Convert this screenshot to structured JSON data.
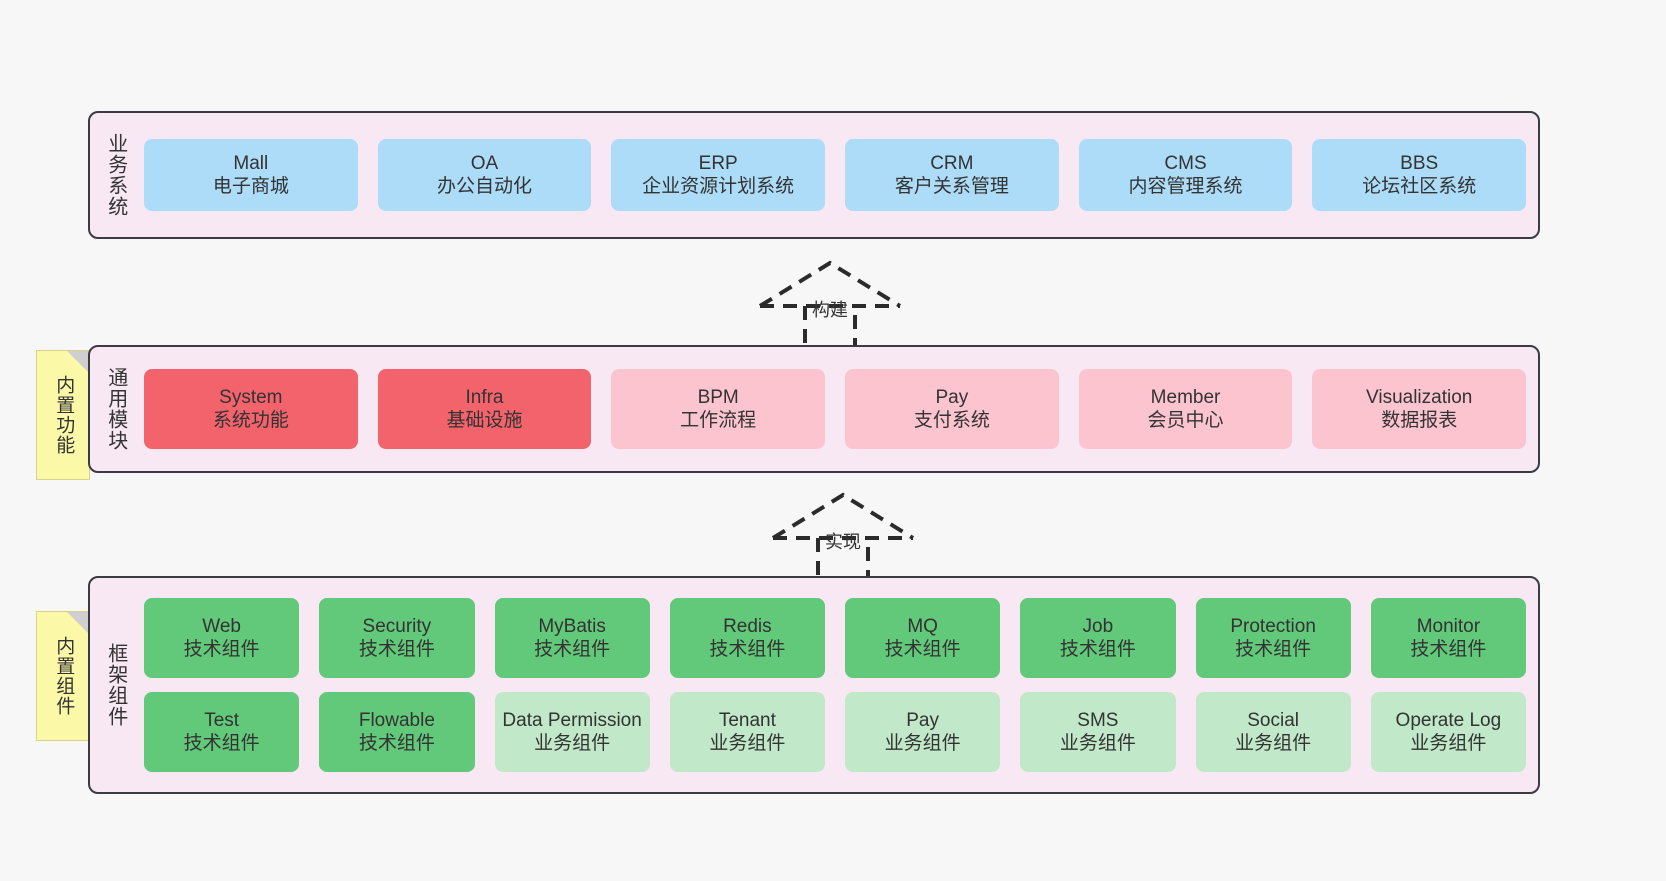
{
  "diagram": {
    "background_color": "#f7f7f7",
    "layer_fill": "#f8e8f3",
    "layer_border": "#3b3b42"
  },
  "notes": [
    {
      "name": "builtin-function",
      "text": "内置功能",
      "color": "#fbf8a8"
    },
    {
      "name": "builtin-component",
      "text": "内置组件",
      "color": "#fbf8a8"
    }
  ],
  "connectors": [
    {
      "name": "build-arrow",
      "label": "构建",
      "style": "dashed-generalization-up"
    },
    {
      "name": "implement-arrow",
      "label": "实现",
      "style": "dashed-generalization-up"
    }
  ],
  "layers": {
    "business": {
      "title": "业务系统",
      "color": "#addcf8",
      "items": [
        {
          "en": "Mall",
          "cn": "电子商城"
        },
        {
          "en": "OA",
          "cn": "办公自动化"
        },
        {
          "en": "ERP",
          "cn": "企业资源计划系统"
        },
        {
          "en": "CRM",
          "cn": "客户关系管理"
        },
        {
          "en": "CMS",
          "cn": "内容管理系统"
        },
        {
          "en": "BBS",
          "cn": "论坛社区系统"
        }
      ]
    },
    "common": {
      "title": "通用模块",
      "colors": {
        "primary": "#f2636b",
        "secondary": "#fbc4ce"
      },
      "items": [
        {
          "en": "System",
          "cn": "系统功能",
          "color": "#f2636b"
        },
        {
          "en": "Infra",
          "cn": "基础设施",
          "color": "#f2636b"
        },
        {
          "en": "BPM",
          "cn": "工作流程",
          "color": "#fbc4ce"
        },
        {
          "en": "Pay",
          "cn": "支付系统",
          "color": "#fbc4ce"
        },
        {
          "en": "Member",
          "cn": "会员中心",
          "color": "#fbc4ce"
        },
        {
          "en": "Visualization",
          "cn": "数据报表",
          "color": "#fbc4ce"
        }
      ]
    },
    "framework": {
      "title": "框架组件",
      "colors": {
        "tech": "#62c87a",
        "biz": "#c1e8c8"
      },
      "row1": [
        {
          "en": "Web",
          "cn": "技术组件",
          "color": "#62c87a"
        },
        {
          "en": "Security",
          "cn": "技术组件",
          "color": "#62c87a"
        },
        {
          "en": "MyBatis",
          "cn": "技术组件",
          "color": "#62c87a"
        },
        {
          "en": "Redis",
          "cn": "技术组件",
          "color": "#62c87a"
        },
        {
          "en": "MQ",
          "cn": "技术组件",
          "color": "#62c87a"
        },
        {
          "en": "Job",
          "cn": "技术组件",
          "color": "#62c87a"
        },
        {
          "en": "Protection",
          "cn": "技术组件",
          "color": "#62c87a"
        },
        {
          "en": "Monitor",
          "cn": "技术组件",
          "color": "#62c87a"
        }
      ],
      "row2": [
        {
          "en": "Test",
          "cn": "技术组件",
          "color": "#62c87a"
        },
        {
          "en": "Flowable",
          "cn": "技术组件",
          "color": "#62c87a"
        },
        {
          "en": "Data Permission",
          "cn": "业务组件",
          "color": "#c1e8c8"
        },
        {
          "en": "Tenant",
          "cn": "业务组件",
          "color": "#c1e8c8"
        },
        {
          "en": "Pay",
          "cn": "业务组件",
          "color": "#c1e8c8"
        },
        {
          "en": "SMS",
          "cn": "业务组件",
          "color": "#c1e8c8"
        },
        {
          "en": "Social",
          "cn": "业务组件",
          "color": "#c1e8c8"
        },
        {
          "en": "Operate Log",
          "cn": "业务组件",
          "color": "#c1e8c8"
        }
      ]
    }
  }
}
